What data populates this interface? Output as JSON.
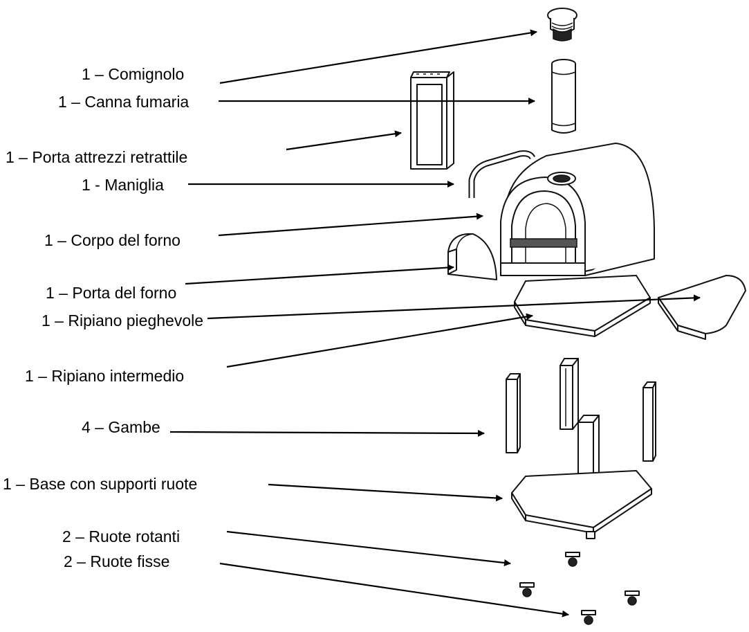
{
  "diagram": {
    "labels": {
      "comignolo": "1 – Comignolo",
      "canna_fumaria": "1 – Canna fumaria",
      "porta_attrezzi": "1 – Porta attrezzi retrattile",
      "maniglia": "1 - Maniglia",
      "corpo_forno": "1 – Corpo del forno",
      "porta_forno": "1 – Porta del forno",
      "ripiano_pieghevole": "1 – Ripiano pieghevole",
      "ripiano_intermedio": "1 – Ripiano intermedio",
      "gambe": "4 – Gambe",
      "base": "1 – Base con supporti ruote",
      "ruote_rotanti": "2 – Ruote rotanti",
      "ruote_fisse": "2 – Ruote fisse"
    }
  }
}
